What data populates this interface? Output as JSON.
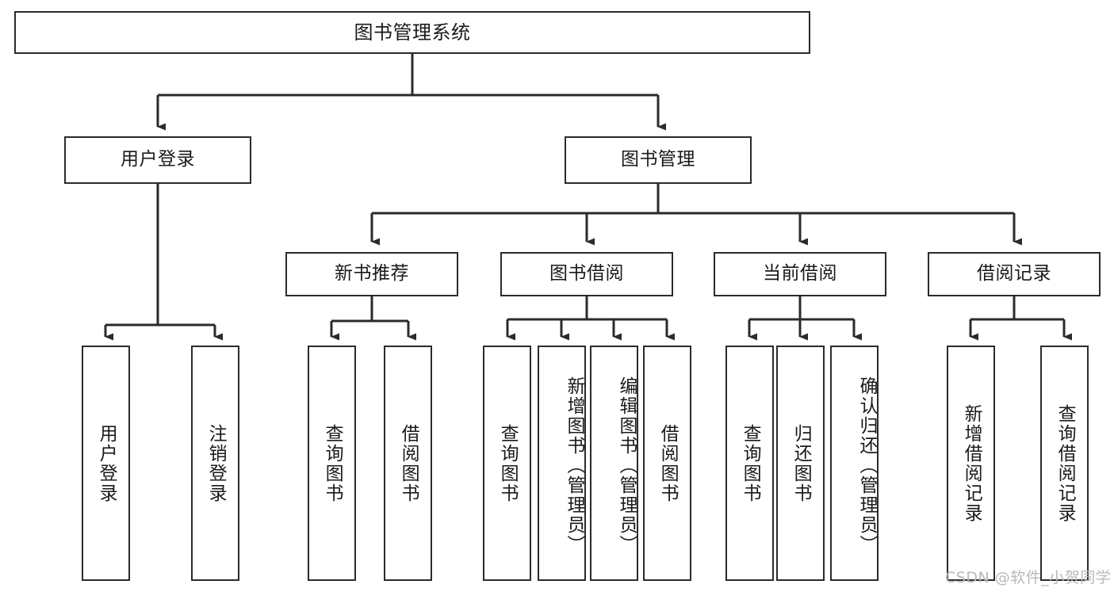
{
  "diagram": {
    "type": "tree",
    "title": "图书管理系统",
    "watermark": "CSDN @软件_小贺同学",
    "colors": {
      "stroke": "#2b2b2b",
      "fill": "#ffffff",
      "text": "#1a1a1a",
      "watermark": "#b8b8b8"
    },
    "levels": {
      "root": {
        "label": "图书管理系统"
      },
      "level2": [
        {
          "label": "用户登录"
        },
        {
          "label": "图书管理"
        }
      ],
      "level3": [
        {
          "label": "新书推荐"
        },
        {
          "label": "图书借阅"
        },
        {
          "label": "当前借阅"
        },
        {
          "label": "借阅记录"
        }
      ],
      "leaves": {
        "user_login": [
          {
            "label": "用户登录"
          },
          {
            "label": "注销登录"
          }
        ],
        "new_book": [
          {
            "label": "查询图书"
          },
          {
            "label": "借阅图书"
          }
        ],
        "book_borrow": [
          {
            "label": "查询图书"
          },
          {
            "label": "新增图书（管理员）"
          },
          {
            "label": "编辑图书（管理员）"
          },
          {
            "label": "借阅图书"
          }
        ],
        "current_borrow": [
          {
            "label": "查询图书"
          },
          {
            "label": "归还图书"
          },
          {
            "label": "确认归还（管理员）"
          }
        ],
        "borrow_record": [
          {
            "label": "新增借阅记录"
          },
          {
            "label": "查询借阅记录"
          }
        ]
      }
    }
  }
}
